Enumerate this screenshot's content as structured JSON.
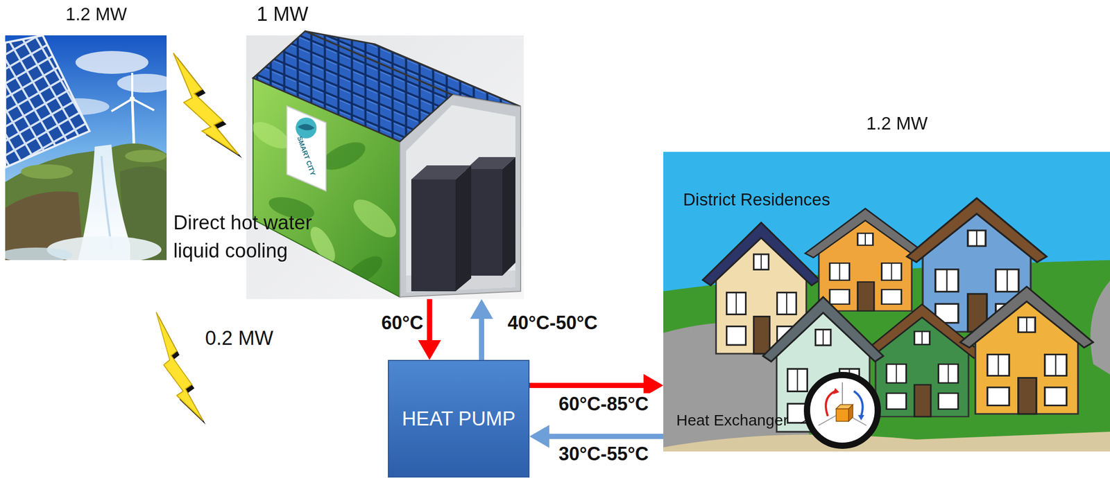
{
  "diagram": {
    "nodes": [
      {
        "text": [
          "1.2 MW"
        ]
      },
      {
        "text": [
          "1 MW"
        ]
      },
      {
        "text": [
          "HEAT PUMP"
        ]
      },
      {
        "text": [
          "1.2 MW",
          "District Residences",
          "Heat Exchanger"
        ]
      }
    ],
    "edges": [
      {
        "from": 1,
        "to": 2,
        "arrow": "to",
        "label": "60°C"
      },
      {
        "from": 2,
        "to": 1,
        "arrow": "to",
        "label": "40°C-50°C"
      },
      {
        "from": 2,
        "to": 3,
        "arrow": "to",
        "label": "60°C-85°C"
      },
      {
        "from": 3,
        "to": 2,
        "arrow": "to",
        "label": "30°C-55°C"
      }
    ],
    "labels": [
      "SMART CITY",
      "Direct hot water liquid cooling",
      "0.2 MW"
    ]
  }
}
